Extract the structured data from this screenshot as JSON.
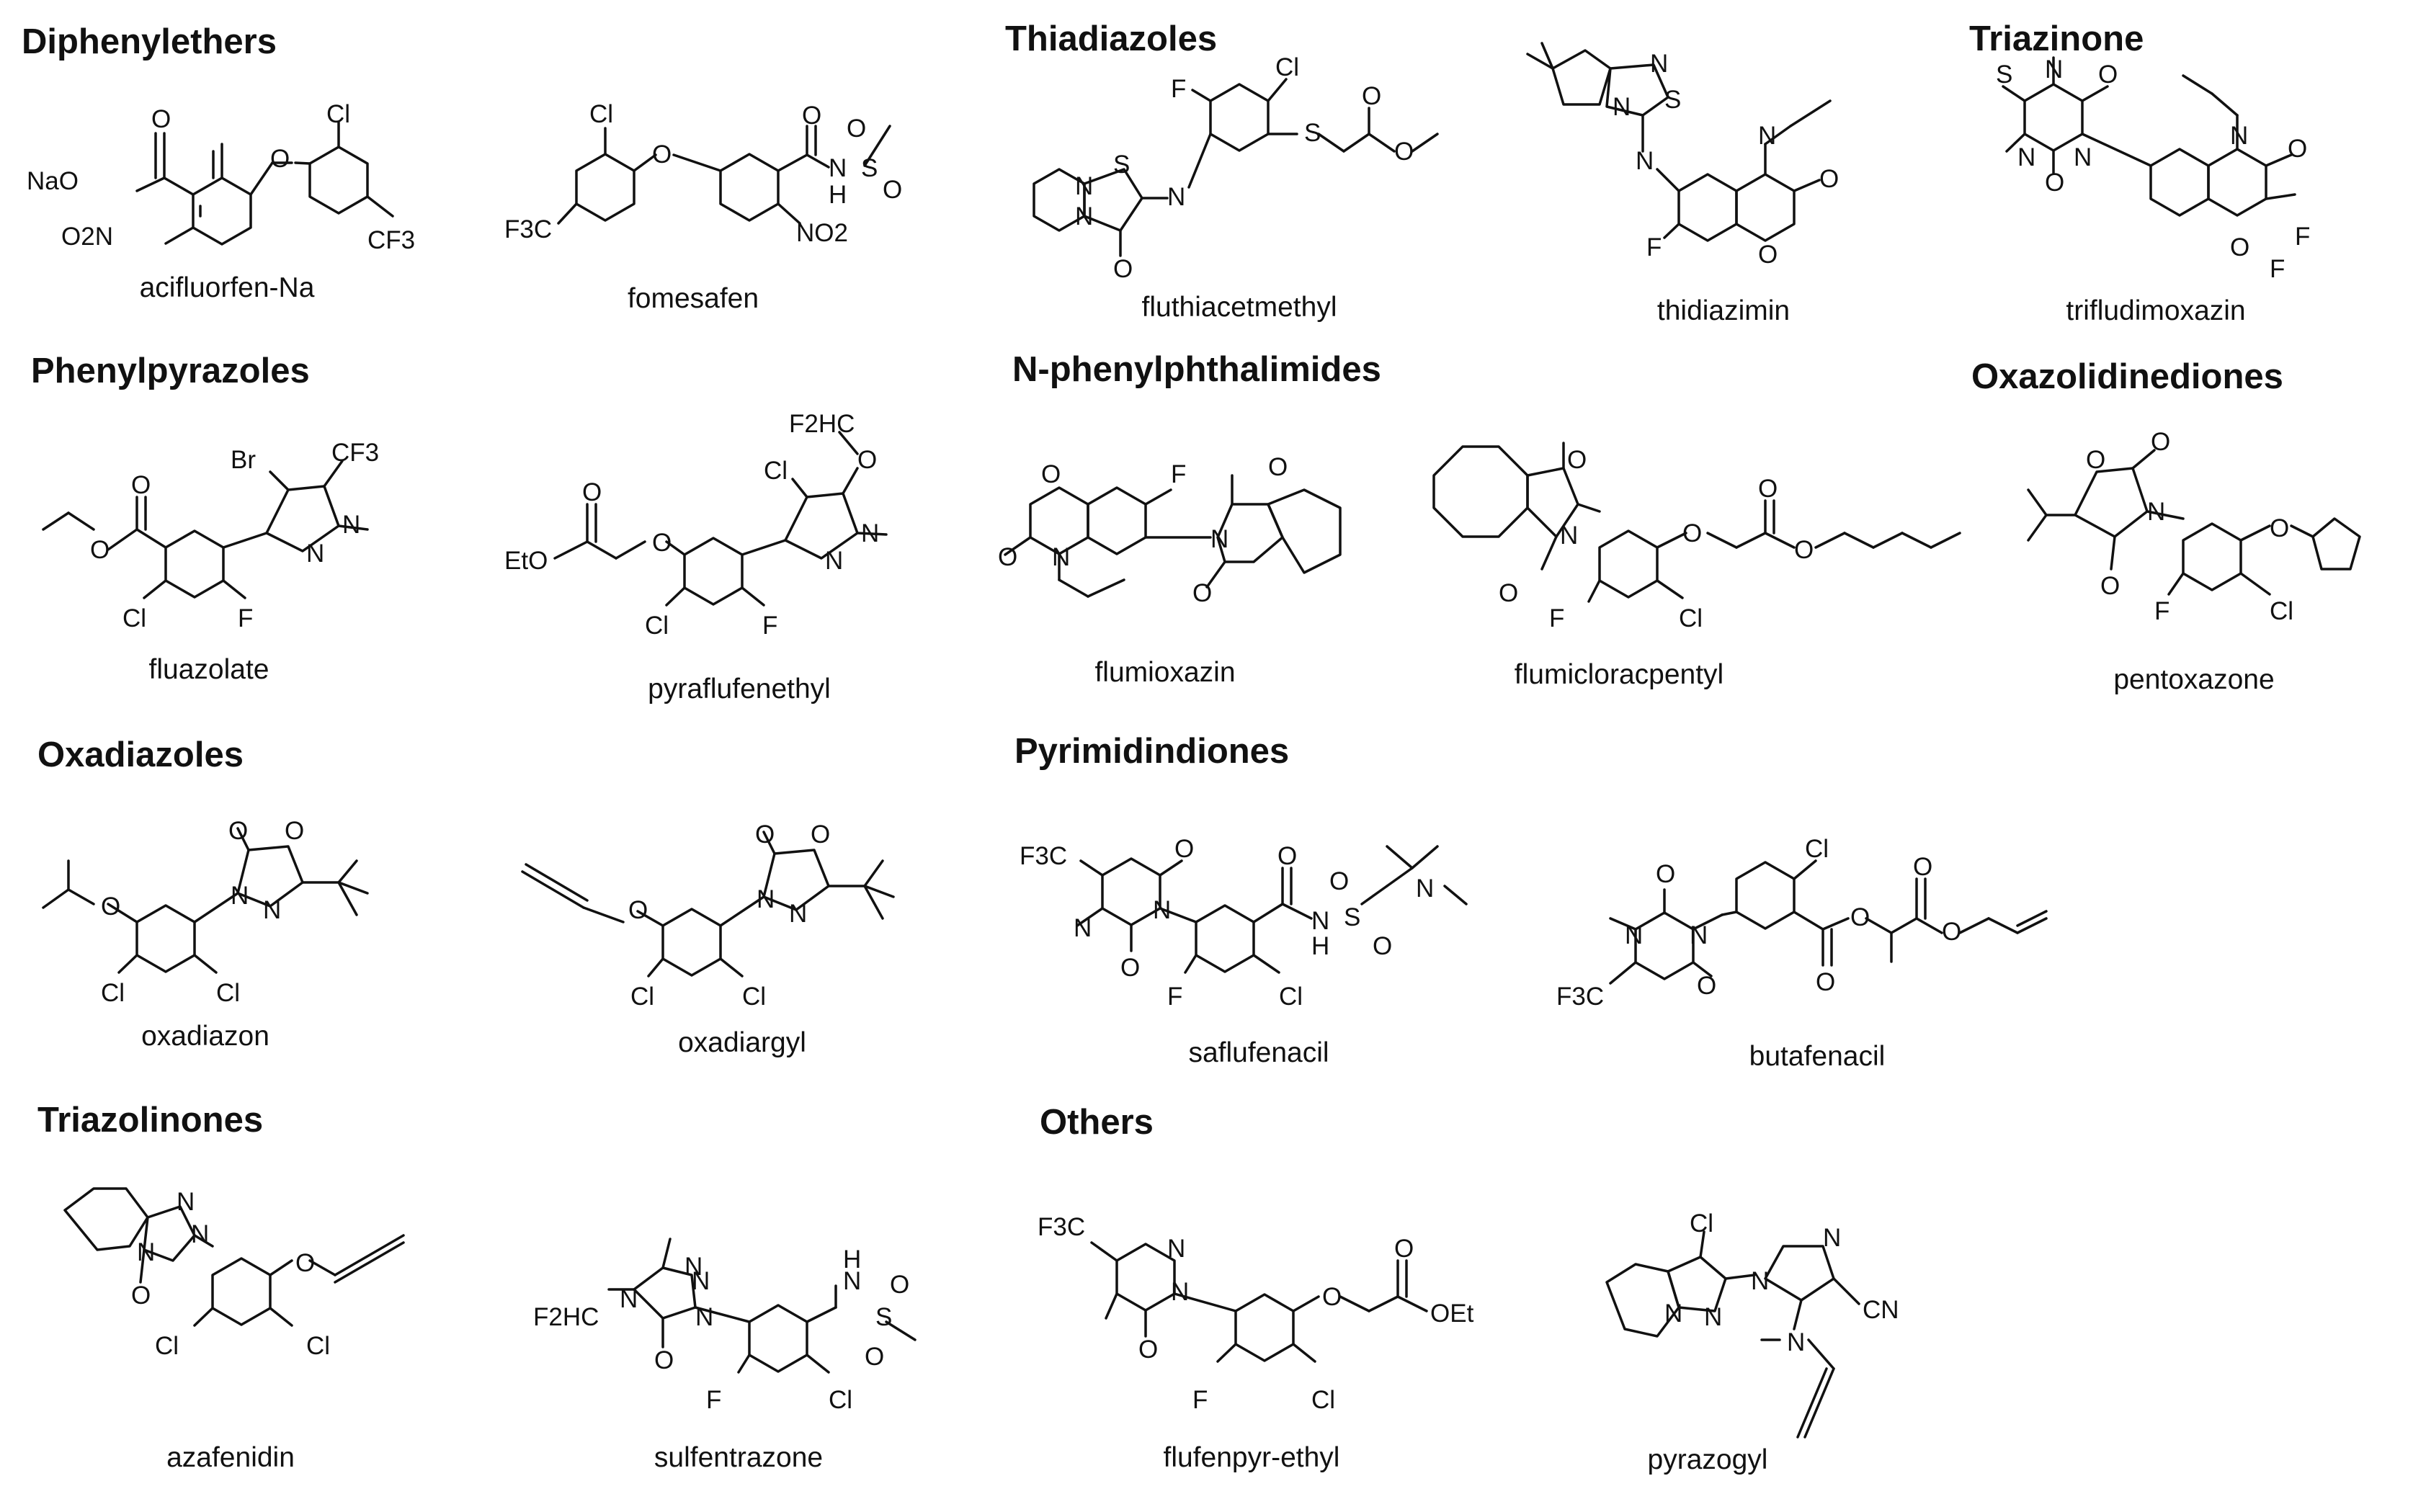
{
  "title": "",
  "sections": {
    "diphenylethers": "Diphenylethers",
    "thiadiazoles": "Thiadiazoles",
    "triazinone": "Triazinone",
    "phenylpyrazoles": "Phenylpyrazoles",
    "n_phenylphthalimides": "N-phenylphthalimides",
    "oxazolidinediones": "Oxazolidinediones",
    "oxadiazoles": "Oxadiazoles",
    "pyrimidindiones": "Pyrimidindiones",
    "triazolinones": "Triazolinones",
    "others": "Others"
  },
  "compounds": {
    "acifluorfen_na": "acifluorfen-Na",
    "fomesafen": "fomesafen",
    "fluthiacetmethyl": "fluthiacetmethyl",
    "thidiazimin": "thidiazimin",
    "trifludimoxazin": "trifludimoxazin",
    "fluazolate": "fluazolate",
    "pyraflufenethyl": "pyraflufenethyl",
    "flumioxazin": "flumioxazin",
    "flumicloracpentyl": "flumicloracpentyl",
    "pentoxazone": "pentoxazone",
    "oxadiazon": "oxadiazon",
    "oxadiargyl": "oxadiargyl",
    "saflufenacil": "saflufenacil",
    "butafenacil": "butafenacil",
    "azafenidin": "azafenidin",
    "sulfentrazone": "sulfentrazone",
    "flufenpyr_ethyl": "flufenpyr-ethyl",
    "pyrazogyl": "pyrazogyl"
  },
  "atom_labels": {
    "na_o": "NaO",
    "o": "O",
    "cl": "Cl",
    "br": "Br",
    "f": "F",
    "s": "S",
    "n": "N",
    "h": "H",
    "no2": "NO2",
    "o2n": "O2N",
    "cf3": "CF3",
    "f3c": "F3C",
    "f2hc": "F2HC",
    "eto": "EtO",
    "oet": "OEt",
    "cn": "CN"
  }
}
